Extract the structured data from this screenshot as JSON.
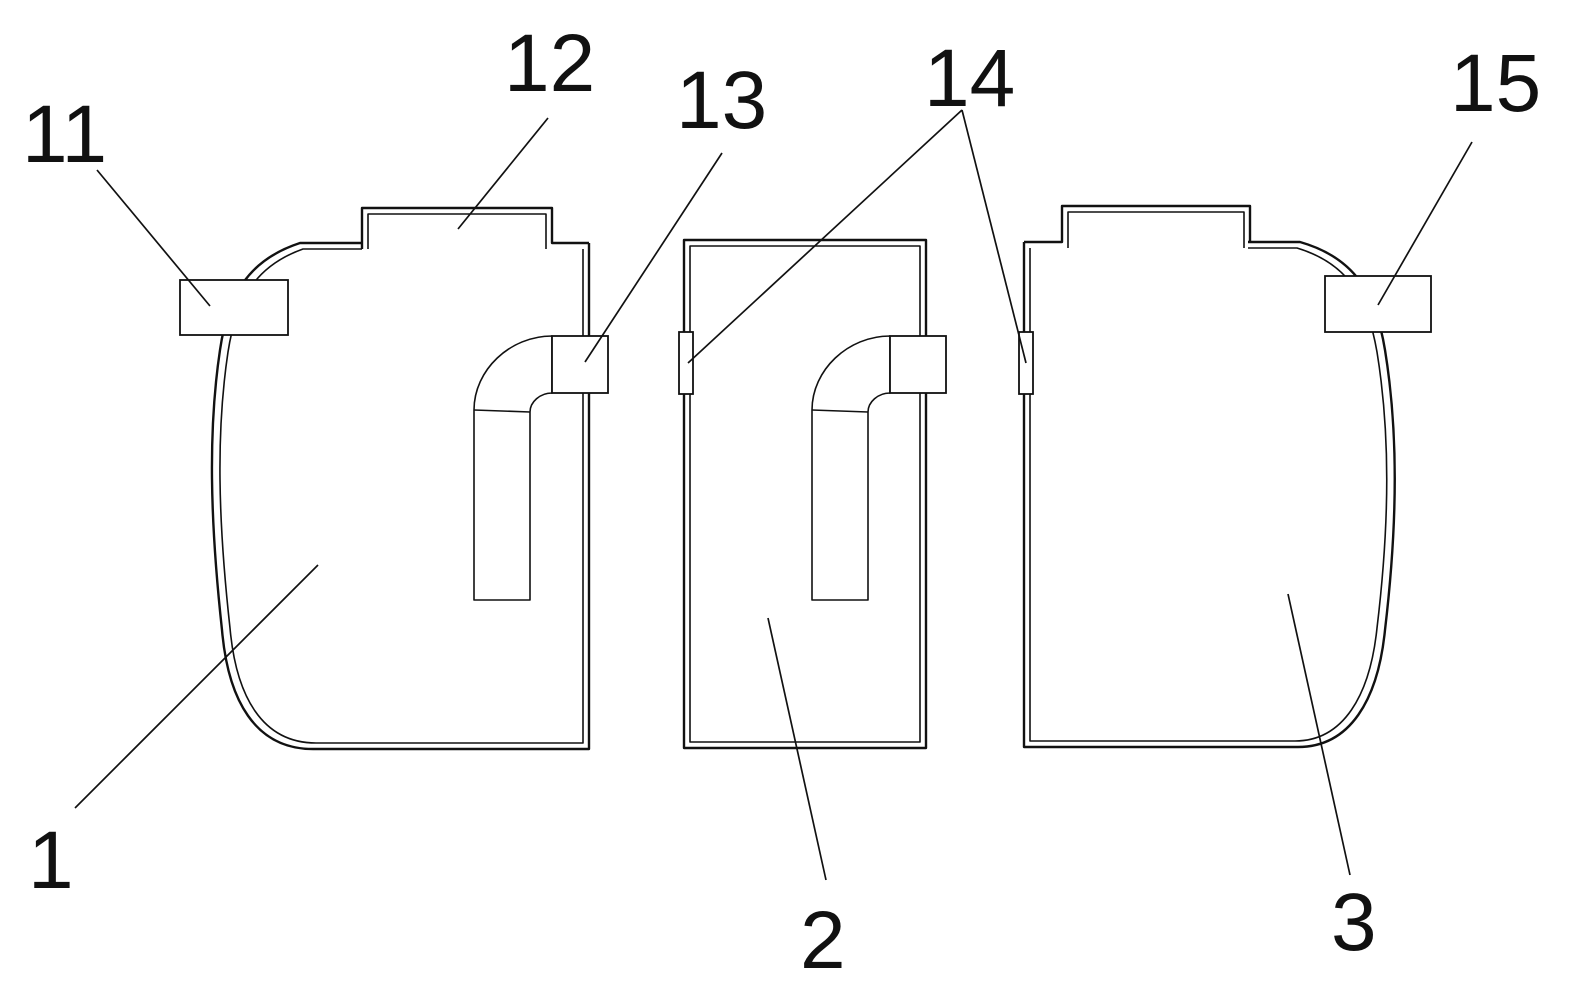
{
  "labels": {
    "l11": "11",
    "l12": "12",
    "l13": "13",
    "l14": "14",
    "l15": "15",
    "l1": "1",
    "l2": "2",
    "l3": "3"
  }
}
